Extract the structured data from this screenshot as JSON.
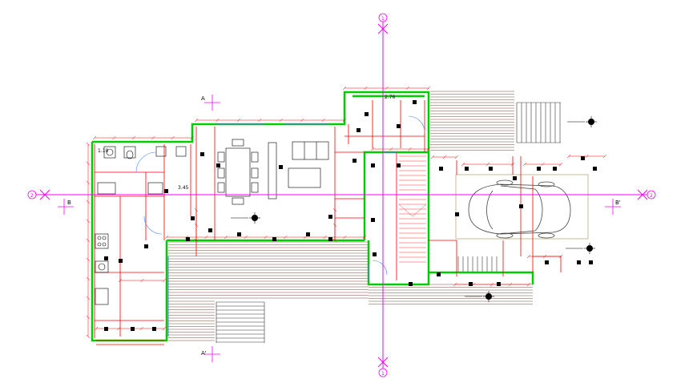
{
  "axes": {
    "vertical": "1",
    "horizontal": "2"
  },
  "sections": {
    "a_top": "A",
    "a_bottom": "A'",
    "b_left": "B",
    "b_right": "B'"
  },
  "dimension_labels": [
    "1.10",
    "2.76",
    "3.45"
  ],
  "colors": {
    "axis": "#ff00ff",
    "wall_outline": "#00cc00",
    "dimension": "#ff0000",
    "deck": "#7a4a3a",
    "garage": "#c8b89a",
    "window": "#6666ff"
  }
}
